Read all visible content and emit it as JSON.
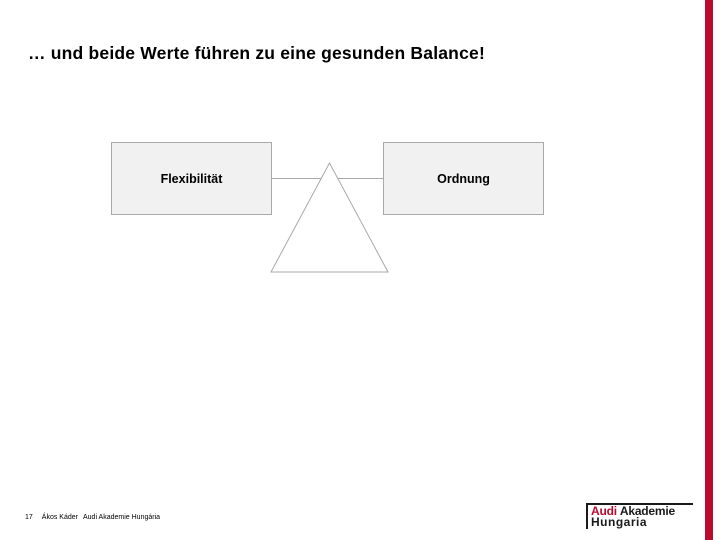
{
  "slide": {
    "title": "… und beide Werte führen zu eine gesunden Balance!",
    "diagram": {
      "left_box_label": "Flexibilität",
      "right_box_label": "Ordnung"
    },
    "footer": {
      "page_number": "17",
      "author": "Ákos Káder",
      "organization": "Audi Akademie Hungária"
    },
    "logo": {
      "brand": "Audi",
      "brand_rest": "Akademie",
      "line2": "Hungaria"
    },
    "colors": {
      "accent_red": "#bb0a30",
      "box_fill": "#f1f1f1",
      "box_border": "#a9a9a9",
      "beam_gray": "#a9a9a9"
    }
  }
}
